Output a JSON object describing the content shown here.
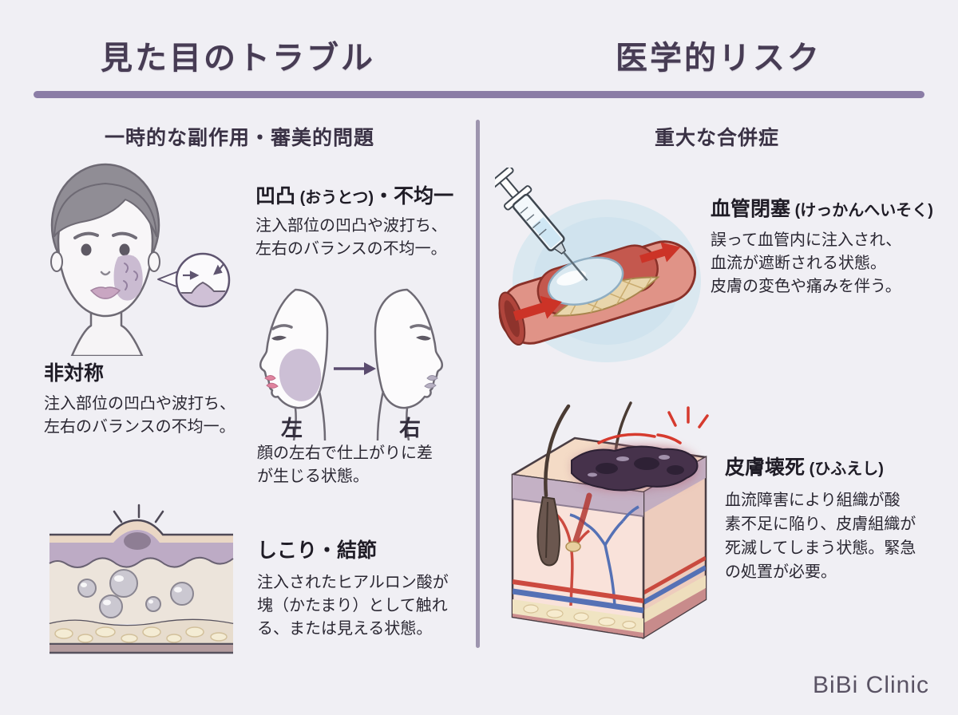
{
  "brand": "BiBi Clinic",
  "colors": {
    "background": "#f0eff4",
    "title_text": "#473c54",
    "divider_purple": "#8b7da6",
    "body_text": "#2a2732",
    "patch_purple": "#c9bcd3",
    "vessel_red": "#cc3a2b",
    "filler_blue": "#d9e8f0",
    "necrosis_purple": "#46324b"
  },
  "icons": {
    "front_face": "front-face-with-magnifier-illustration",
    "magnifier": "bump-magnifier-icon",
    "profiles": "left-right-profile-comparison-illustration",
    "skin_lumps": "skin-cross-section-lumps-illustration",
    "vessel": "occluded-blood-vessel-syringe-illustration",
    "syringe": "syringe-icon",
    "necrosis": "skin-necrosis-block-illustration"
  },
  "left": {
    "title": "見た目のトラブル",
    "subtitle": "一時的な副作用・審美的問題",
    "unevenness": {
      "heading_main": "凹凸",
      "heading_reading": " (おうとつ)",
      "heading_suffix": "・不均一",
      "line1": "注入部位の凹凸や波打ち、",
      "line2": "左右のバランスの不均一。"
    },
    "asymmetry": {
      "heading": "非対称",
      "line1": "注入部位の凹凸や波打ち、",
      "line2": "左右のバランスの不均一。"
    },
    "profiles": {
      "label_left": "左",
      "label_right": "右",
      "line1": "顔の左右で仕上がりに差",
      "line2": "が生じる状態。"
    },
    "lumps": {
      "heading": "しこり・結節",
      "line1": "注入されたヒアルロン酸が",
      "line2": "塊（かたまり）として触れ",
      "line3": "る、または見える状態。"
    }
  },
  "right": {
    "title": "医学的リスク",
    "subtitle": "重大な合併症",
    "occlusion": {
      "heading_main": "血管閉塞",
      "heading_reading": " (けっかんへいそく)",
      "line1": "誤って血管内に注入され、",
      "line2": "血流が遮断される状態。",
      "line3": "皮膚の変色や痛みを伴う。"
    },
    "necrosis": {
      "heading_main": "皮膚壊死",
      "heading_reading": " (ひふえし)",
      "line1": "血流障害により組織が酸",
      "line2": "素不足に陥り、皮膚組織が",
      "line3": "死滅してしまう状態。緊急",
      "line4": "の処置が必要。"
    }
  }
}
